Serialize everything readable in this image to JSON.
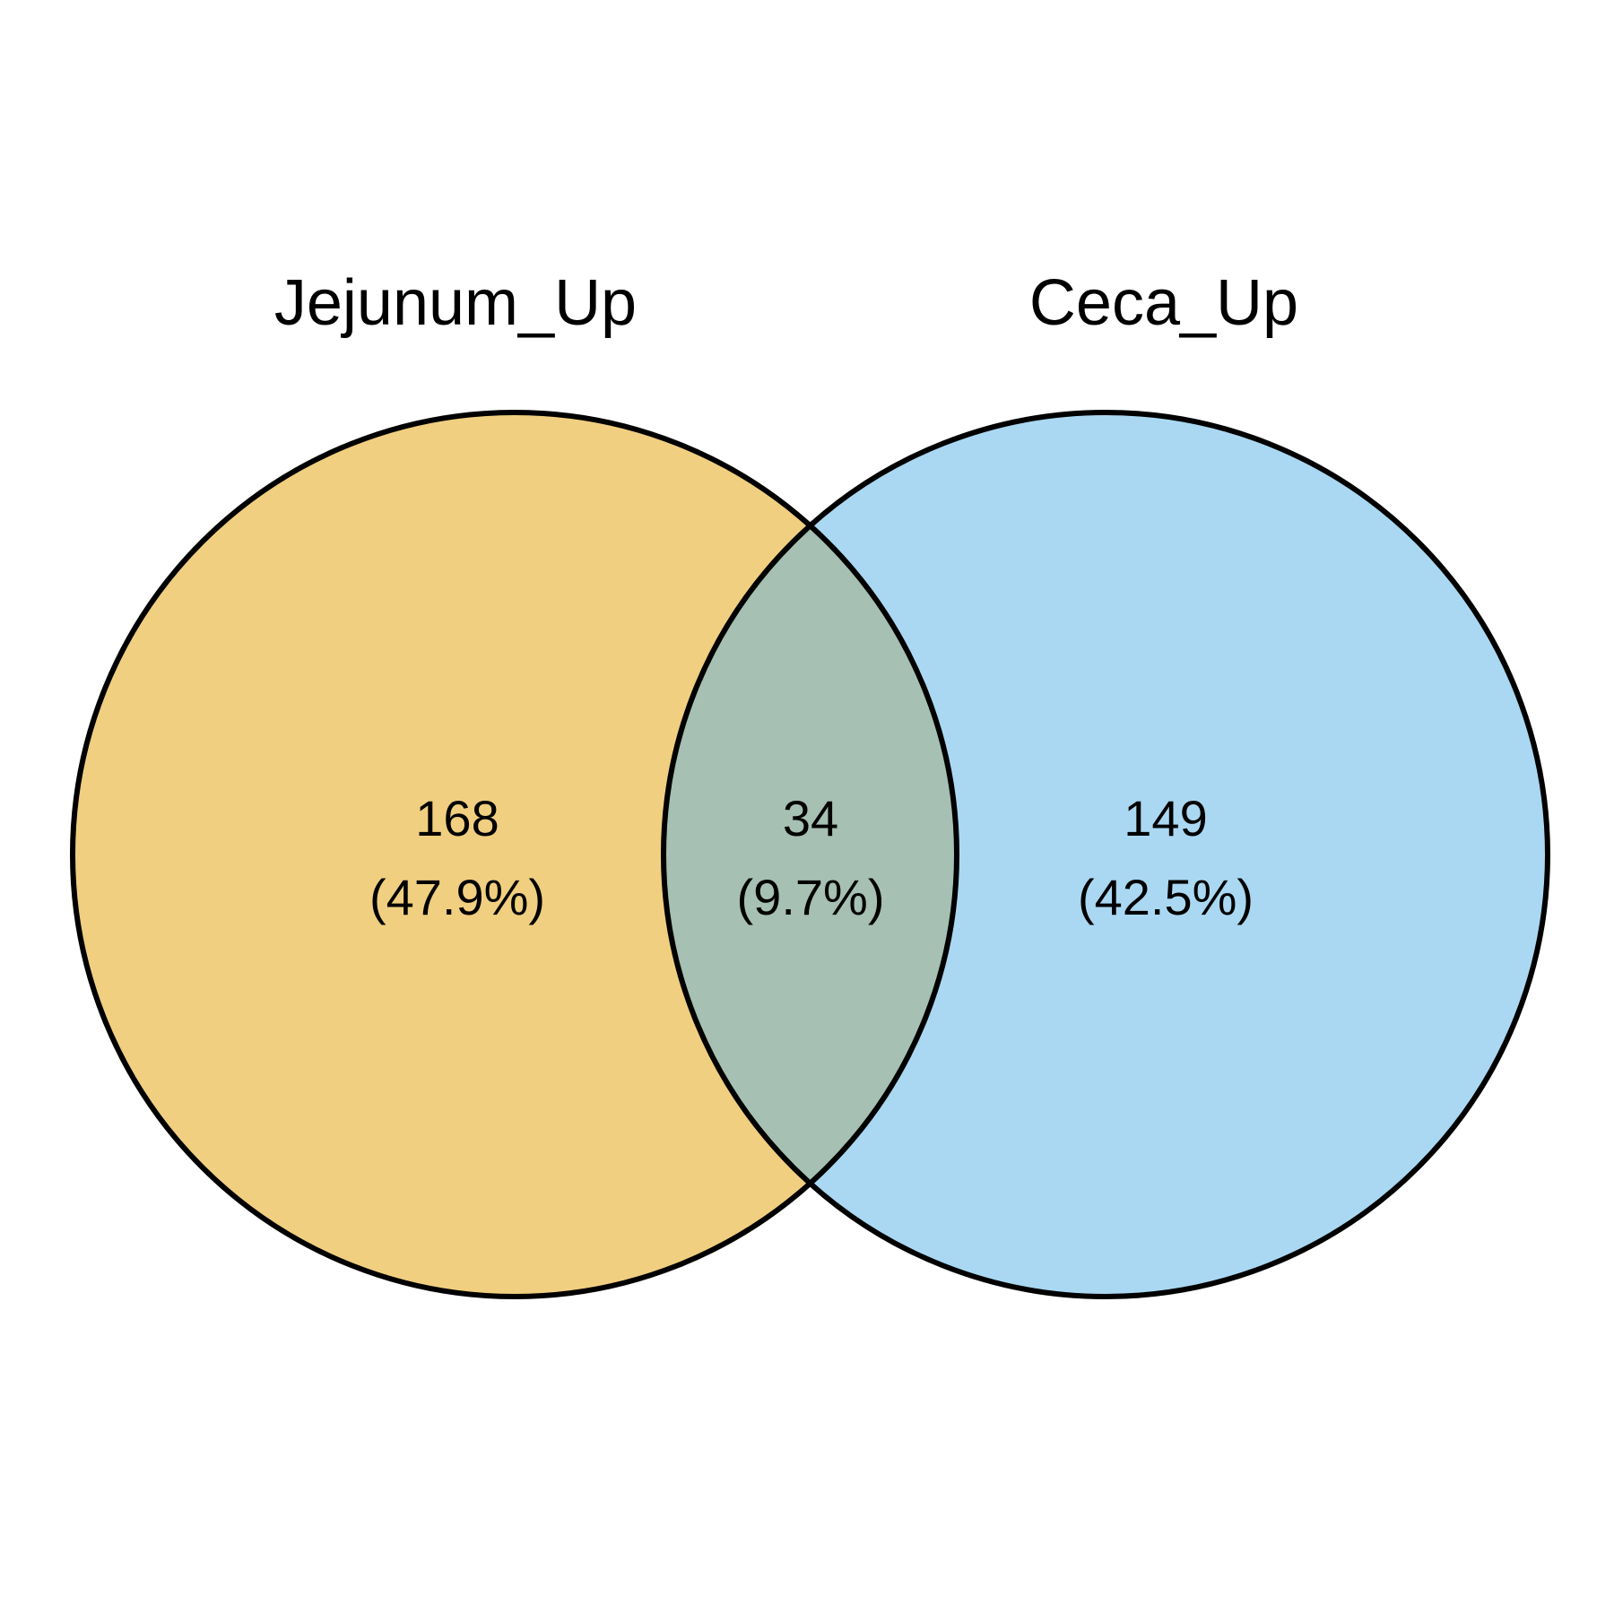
{
  "diagram": {
    "type": "venn",
    "sets": [
      {
        "label": "Jejunum_Up",
        "color": "#F1CF80"
      },
      {
        "label": "Ceca_Up",
        "color": "#AAD8F2"
      }
    ],
    "overlap_color": "#A6C0B3",
    "outline_color": "#000000",
    "regions": {
      "left_only": {
        "count": "168",
        "percent": "(47.9%)"
      },
      "intersection": {
        "count": "34",
        "percent": "(9.7%)"
      },
      "right_only": {
        "count": "149",
        "percent": "(42.5%)"
      }
    }
  }
}
